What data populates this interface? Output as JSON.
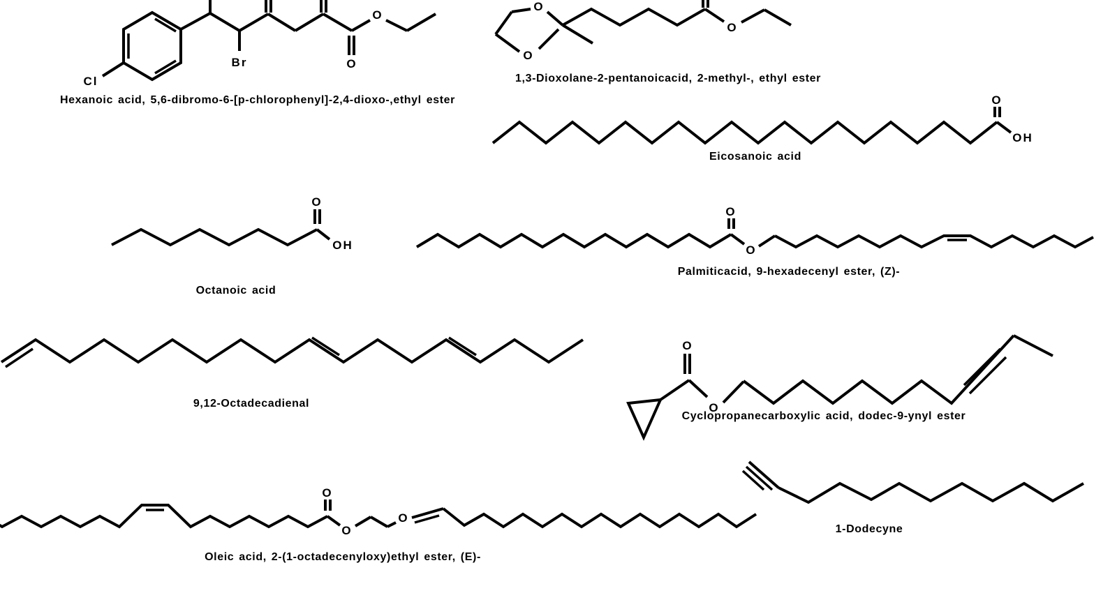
{
  "page": {
    "background_color": "#ffffff",
    "ink_color": "#000000"
  },
  "molecules": [
    {
      "name": "Hexanoic acid, 5,6-dibromo-6-[p-chlorophenyl]-2,4-dioxo-,ethyl ester",
      "atoms": [
        {
          "t": "Cl"
        },
        {
          "t": "Br"
        },
        {
          "t": "O"
        },
        {
          "t": "O"
        }
      ]
    },
    {
      "name": "1,3-Dioxolane-2-pentanoicacid, 2-methyl-, ethyl ester",
      "atoms": [
        {
          "t": "O"
        },
        {
          "t": "O"
        },
        {
          "t": "O"
        }
      ]
    },
    {
      "name": "Eicosanoic acid",
      "atoms": [
        {
          "t": "O"
        },
        {
          "t": "OH"
        }
      ]
    },
    {
      "name": "Octanoic acid",
      "atoms": [
        {
          "t": "O"
        },
        {
          "t": "OH"
        }
      ]
    },
    {
      "name": "Palmiticacid, 9-hexadecenyl ester, (Z)-",
      "atoms": [
        {
          "t": "O"
        },
        {
          "t": "O"
        }
      ]
    },
    {
      "name": "9,12-Octadecadienal",
      "atoms": []
    },
    {
      "name": "Cyclopropanecarboxylic acid, dodec-9-ynyl ester",
      "atoms": [
        {
          "t": "O"
        },
        {
          "t": "O"
        }
      ]
    },
    {
      "name": "Oleic acid, 2-(1-octadecenyloxy)ethyl ester, (E)-",
      "atoms": [
        {
          "t": "O"
        },
        {
          "t": "O"
        },
        {
          "t": "O"
        }
      ]
    },
    {
      "name": "1-Dodecyne",
      "atoms": []
    }
  ]
}
